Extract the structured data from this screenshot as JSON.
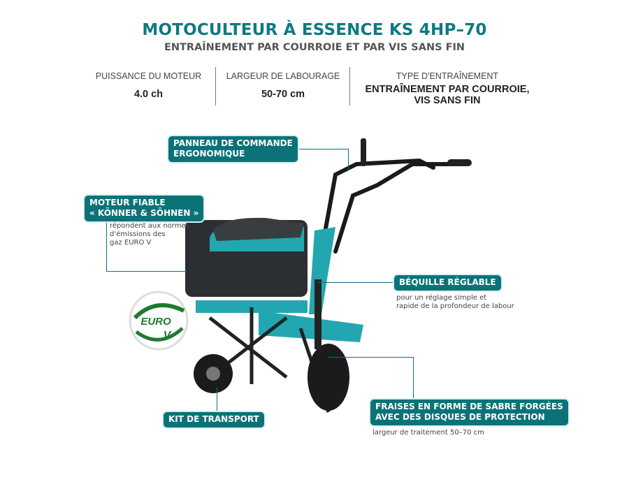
{
  "header": {
    "title": "MOTOCULTEUR À ESSENCE KS 4HP–70",
    "subtitle": "ENTRAÎNEMENT PAR COURROIE ET PAR VIS SANS FIN"
  },
  "specs": [
    {
      "label": "PUISSANCE DU MOTEUR",
      "value": "4.0 ch"
    },
    {
      "label": "LARGEUR DE LABOURAGE",
      "value": "50-70 cm"
    },
    {
      "label": "TYPE D'ENTRAÎNEMENT",
      "value_line1": "ENTRAÎNEMENT PAR COURROIE,",
      "value_line2": "VIS SANS FIN"
    }
  ],
  "callouts": {
    "panel": {
      "line1": "PANNEAU DE COMMANDE",
      "line2": "ERGONOMIQUE"
    },
    "engine": {
      "line1": "MOTEUR FIABLE",
      "line2": "« KÖNNER & SÖHNEN »",
      "note1": "répondent aux normes",
      "note2": "d'émissions des",
      "note3": "gaz EURO V"
    },
    "stand": {
      "title": "BÉQUILLE RÉGLABLE",
      "note1": "pour un réglage simple et",
      "note2": "rapide de la profondeur de labour"
    },
    "transport": {
      "title": "KIT DE TRANSPORT"
    },
    "tines": {
      "line1": "FRAISES EN FORME DE SABRE FORGÉES",
      "line2": "AVEC DES DISQUES DE PROTECTION",
      "note": "largeur de traitement 50–70 cm"
    }
  },
  "badge": {
    "text1": "EURO",
    "text2": "V"
  },
  "colors": {
    "accent": "#0b7378",
    "body": "#22a7b0",
    "euro_green": "#1f7a2e"
  }
}
